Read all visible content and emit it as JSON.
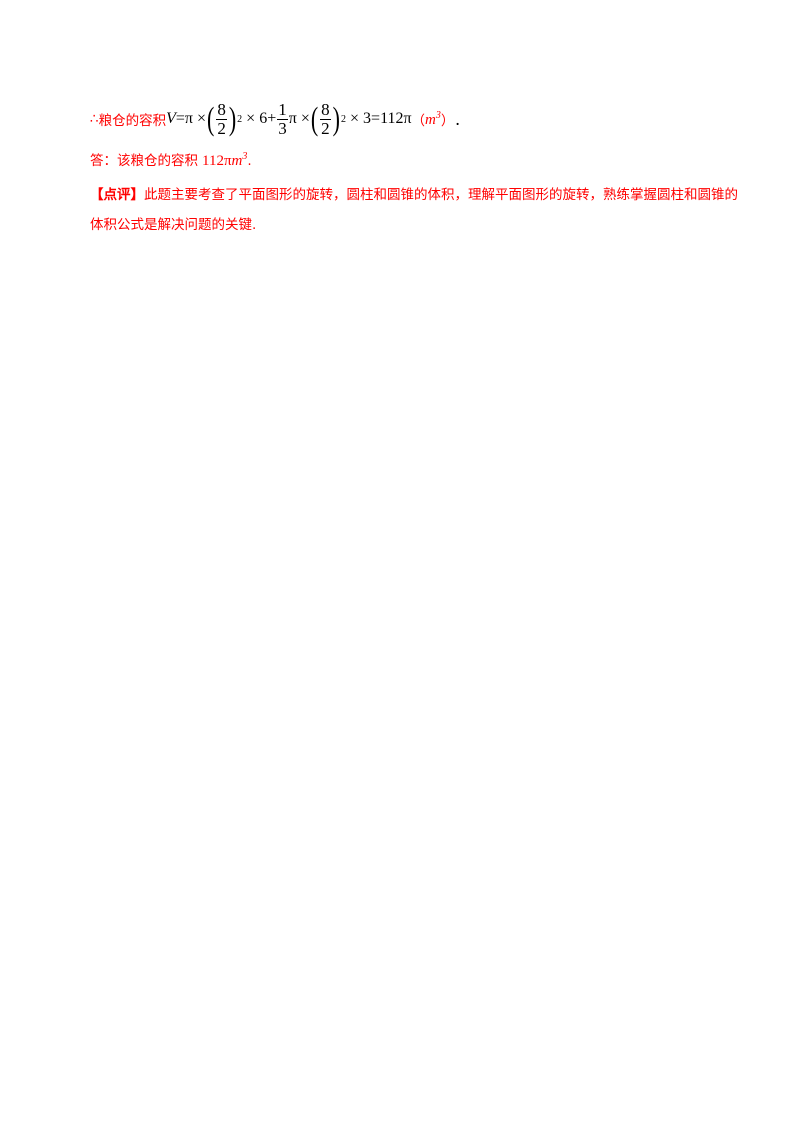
{
  "formula": {
    "therefore": "∴",
    "prefix": "粮仓的容积",
    "var": "V",
    "eq": "=",
    "pi": "π",
    "times": "×",
    "lparen": "(",
    "rparen": ")",
    "frac1_num": "8",
    "frac1_den": "2",
    "sq": "2",
    "six": "6",
    "plus": "+",
    "frac2_num": "1",
    "frac2_den": "3",
    "frac3_num": "8",
    "frac3_den": "2",
    "three": "3",
    "result": "112",
    "unit_open": "（",
    "unit_m": "m",
    "unit_exp": "3",
    "unit_close": "）",
    "end_dot": "．"
  },
  "answer": {
    "label": "答：该粮仓的容积",
    "value": "112π",
    "unit": "m",
    "exp": "3",
    "end": "."
  },
  "comment": {
    "bracket_label": "【点评】",
    "text": "此题主要考查了平面图形的旋转，圆柱和圆锥的体积，理解平面图形的旋转，熟练掌握圆柱和圆锥的体积公式是解决问题的关键."
  },
  "colors": {
    "text": "#000000",
    "accent": "#ff0000"
  }
}
